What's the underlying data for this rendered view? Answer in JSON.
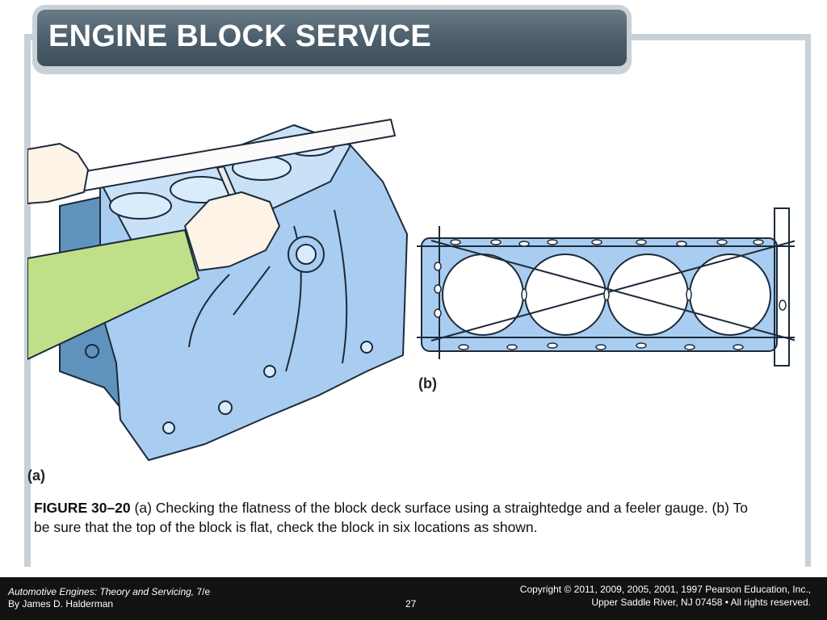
{
  "slide": {
    "title": "ENGINE BLOCK SERVICE"
  },
  "figure": {
    "label_a": "(a)",
    "label_b": "(b)",
    "colors": {
      "block": "#a9cdf0",
      "outline": "#1c2a3a",
      "sleeve": "#bfe089",
      "skin": "#fdf3e6"
    }
  },
  "caption": {
    "label": "FIGURE 30–20",
    "text": " (a) Checking the flatness of the block deck surface using a straightedge and a feeler gauge. (b) To be sure that the top of the block is flat, check the block in six locations as shown."
  },
  "footer": {
    "book_title": "Automotive Engines: Theory and Servicing,",
    "edition": " 7/e",
    "author": "By James D. Halderman",
    "page_number": "27",
    "copyright_line1": "Copyright © 2011, 2009, 2005, 2001, 1997 Pearson Education, Inc.,",
    "copyright_line2": "Upper Saddle River, NJ 07458 • All rights reserved."
  }
}
